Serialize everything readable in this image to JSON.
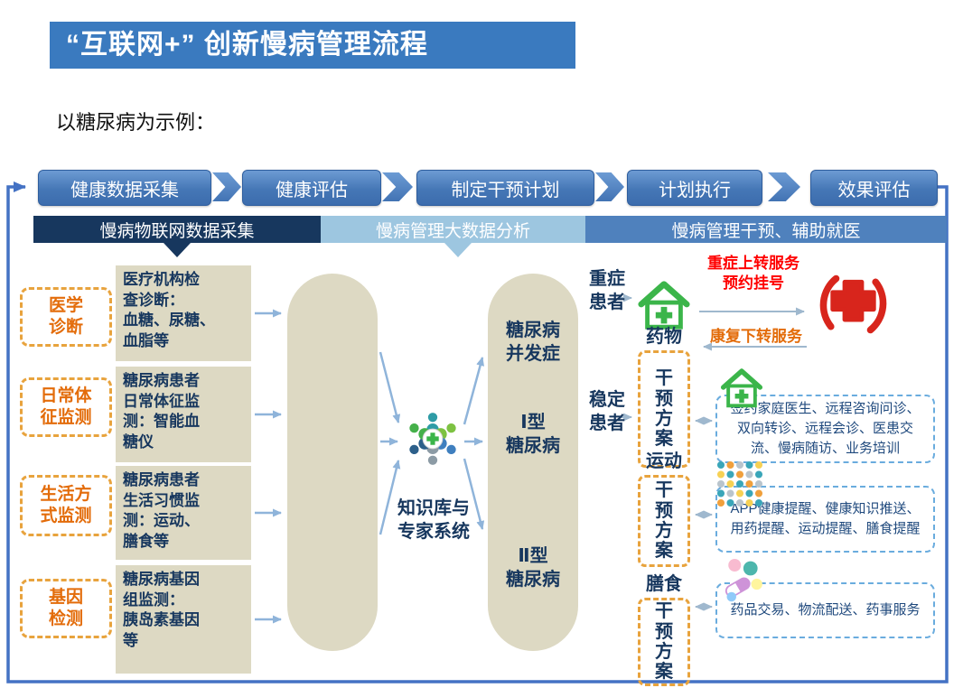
{
  "colors": {
    "title_bar": "#3A7ABF",
    "flow_box_blue": "#4577B6",
    "band_dark": "#17375E",
    "band_light": "#9DC6E0",
    "band_medium": "#4F81BD",
    "tan_panel": "#DDD9C3",
    "navy_text": "#17375E",
    "orange_accent": "#E36C0A",
    "orange_dash_border": "#E8A33D",
    "red_text": "#FF0000",
    "blue_dash_border": "#6AACDE",
    "loop_arrow_blue": "#4472C4"
  },
  "header": {
    "title": "“互联网+” 创新慢病管理流程",
    "subtitle": "以糖尿病为示例："
  },
  "flow": {
    "steps": [
      "健康数据采集",
      "健康评估",
      "制定干预计划",
      "计划执行",
      "效果评估"
    ]
  },
  "bands": [
    "慢病物联网数据采集",
    "慢病管理大数据分析",
    "慢病管理干预、辅助就医"
  ],
  "categories": [
    "医学\n诊断",
    "日常体\n征监测",
    "生活方\n式监测",
    "基因\n检测"
  ],
  "data_boxes": [
    "医疗机构检\n查诊断：\n血糖、尿糖、\n血脂等",
    "糖尿病患者\n日常体征监\n测：智能血\n糖仪",
    "糖尿病患者\n生活习惯监\n测：运动、\n膳食等",
    "糖尿病基因\n组监测：\n胰岛素基因\n等"
  ],
  "analysis": {
    "expert_label": "知识库与\n专家系统",
    "diseases": [
      "糖尿病\n并发症",
      "Ⅰ型\n糖尿病",
      "Ⅱ型\n糖尿病"
    ]
  },
  "patients": {
    "severe": "重症\n患者",
    "stable": "稳定\n患者"
  },
  "referral": {
    "up": "重症上转服务\n预约挂号",
    "down": "康复下转服务"
  },
  "interventions": [
    {
      "head": "药物",
      "body": "干\n预\n方\n案"
    },
    {
      "head": "运动",
      "body": "干\n预\n方\n案"
    },
    {
      "head": "膳食",
      "body": "干\n预\n方\n案"
    }
  ],
  "services": [
    "签约家庭医生、远程咨询问诊、双向转诊、远程会诊、医患交流、慢病随访、业务培训",
    "APP健康提醒、健康知识推送、用药提醒、运动提醒、膳食提醒",
    "药品交易、物流配送、药事服务"
  ],
  "icons": {
    "center": "medical-team-icon",
    "community": "green-house-hospital-icon",
    "hospital": "red-cross-hospital-icon",
    "app": "app-grid-icon",
    "pharmacy": "pills-icon"
  }
}
